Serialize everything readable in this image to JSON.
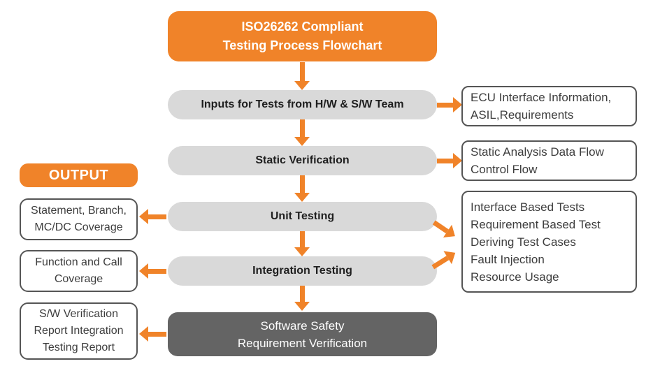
{
  "palette": {
    "orange": "#F08329",
    "pill_gray": "#D9D9D9",
    "dark_gray": "#646464",
    "box_border": "#555555",
    "text_dark": "#1F1F1F",
    "text_gray": "#3D3D3D"
  },
  "title": {
    "line1": "ISO26262 Compliant",
    "line2": "Testing Process Flowchart"
  },
  "steps": {
    "inputs": "Inputs for Tests from H/W & S/W Team",
    "static_verification": "Static Verification",
    "unit_testing": "Unit Testing",
    "integration_testing": "Integration Testing",
    "software_safety": {
      "line1": "Software Safety",
      "line2": "Requirement Verification"
    }
  },
  "right_notes": {
    "ecu": {
      "line1": "ECU Interface Information,",
      "line2": "ASIL,Requirements"
    },
    "static_analysis": {
      "line1": "Static Analysis Data Flow",
      "line2": "Control Flow"
    },
    "test_methods": {
      "lines": [
        "Interface Based Tests",
        "Requirement Based Test",
        "Deriving Test Cases",
        "Fault Injection",
        "Resource Usage"
      ]
    }
  },
  "output": {
    "label": "OUTPUT",
    "unit_coverage": {
      "line1": "Statement, Branch,",
      "line2": "MC/DC Coverage"
    },
    "integration_coverage": {
      "line1": "Function and Call",
      "line2": "Coverage"
    },
    "reports": {
      "line1": "S/W Verification",
      "line2": "Report Integration",
      "line3": "Testing Report"
    }
  }
}
